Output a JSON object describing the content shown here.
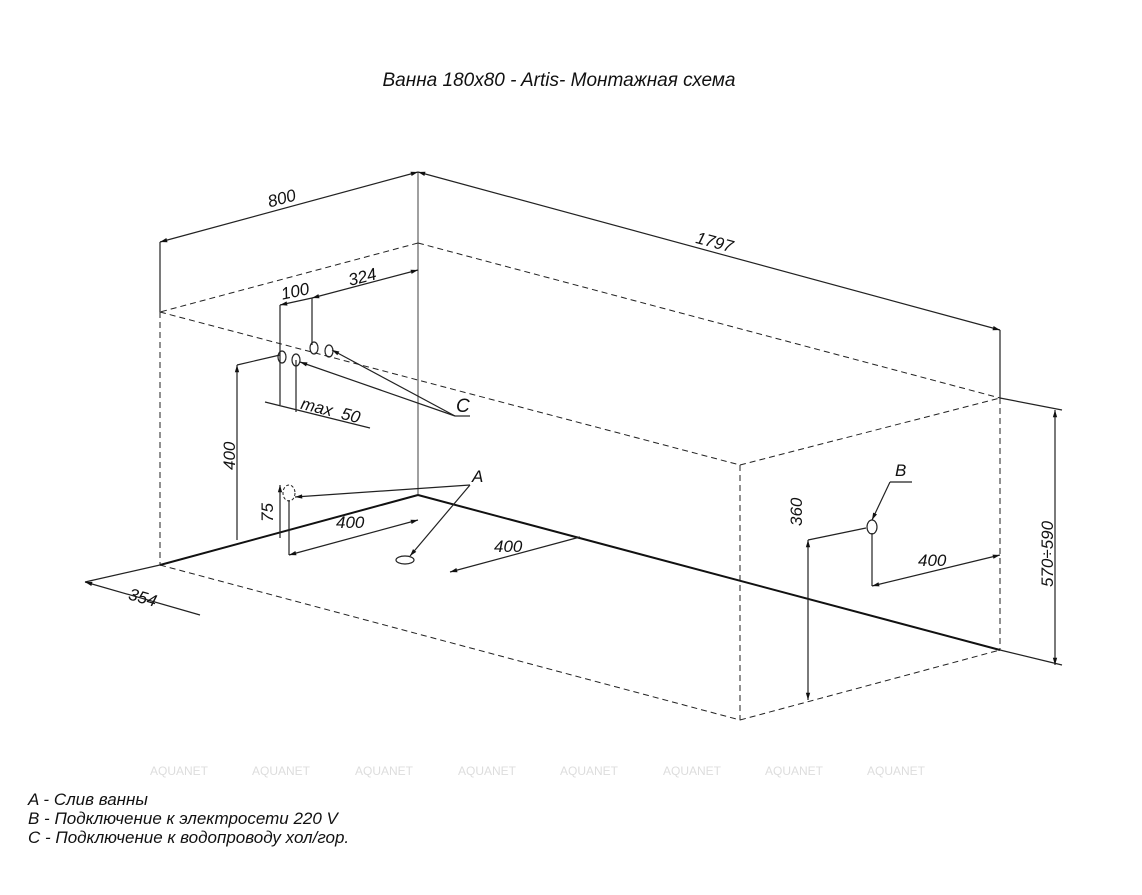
{
  "title": "Ванна 180x80 - Artis- Монтажная схема",
  "dimensions": {
    "width": "800",
    "length": "1797",
    "height": "570÷590",
    "pipe_offset_100": "100",
    "pipe_offset_324": "324",
    "pipe_spacing": "max  50",
    "pipe_height": "400",
    "drain_height": "75",
    "drain_from_wall": "400",
    "drain_center": "400",
    "drain_side": "354",
    "electric_height": "360",
    "electric_from_wall": "400"
  },
  "markers": {
    "a": "A",
    "b": "B",
    "c": "C"
  },
  "watermark": "AQUANET",
  "legend": [
    "A - Слив ванны",
    "B - Подключение к электросети 220 V",
    "C - Подключение к водопроводу хол/гор."
  ]
}
